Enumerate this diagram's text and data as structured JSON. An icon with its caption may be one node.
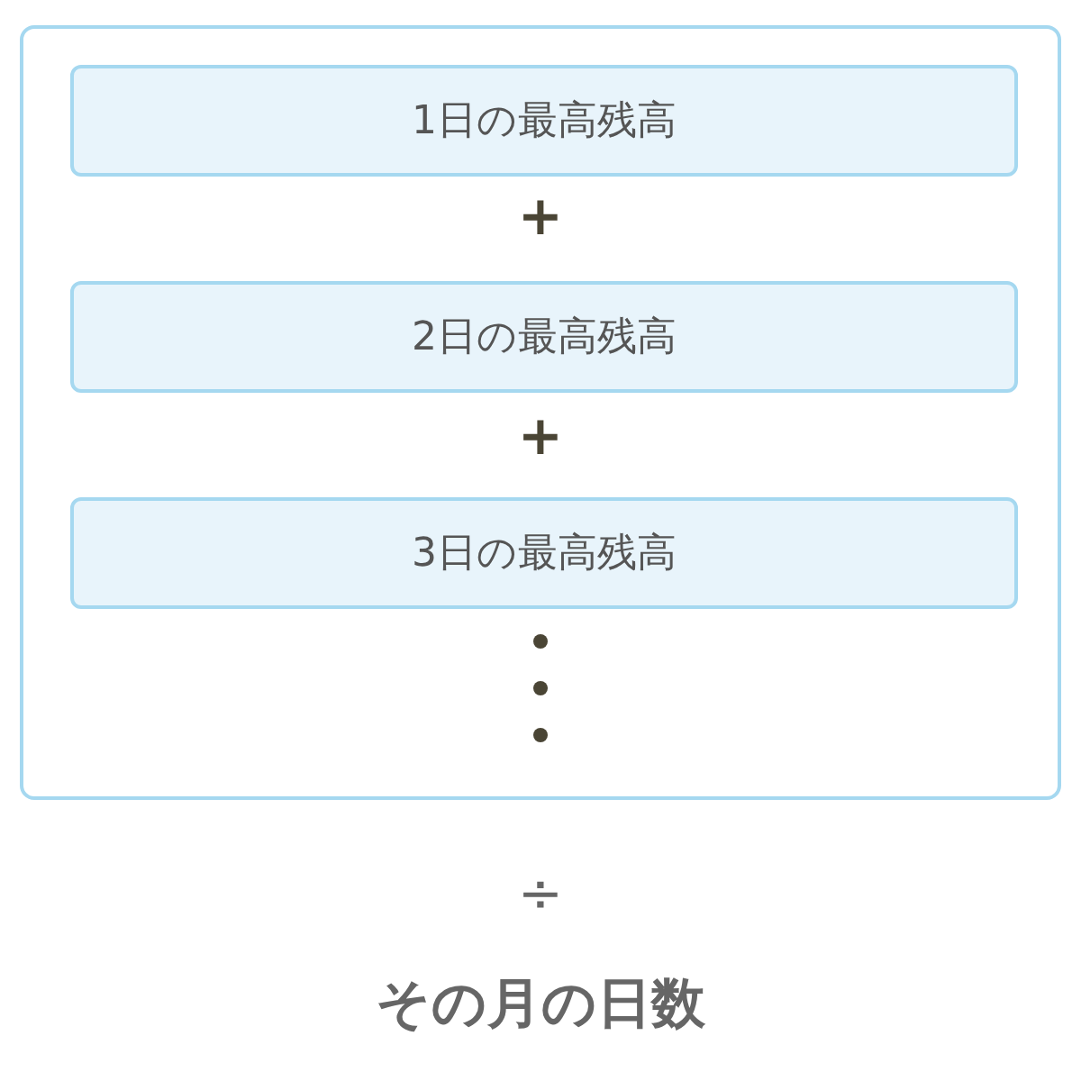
{
  "diagram": {
    "nodes": [
      {
        "text": [],
        "shape": "box"
      },
      {
        "text": [
          "1日の最高残高"
        ],
        "in": 0
      },
      {
        "text": [
          "2日の最高残高"
        ],
        "in": 0
      },
      {
        "text": [
          "3日の最高残高"
        ],
        "in": 0
      }
    ],
    "labels": [
      "+",
      "+",
      "÷",
      "その月の日数"
    ]
  }
}
